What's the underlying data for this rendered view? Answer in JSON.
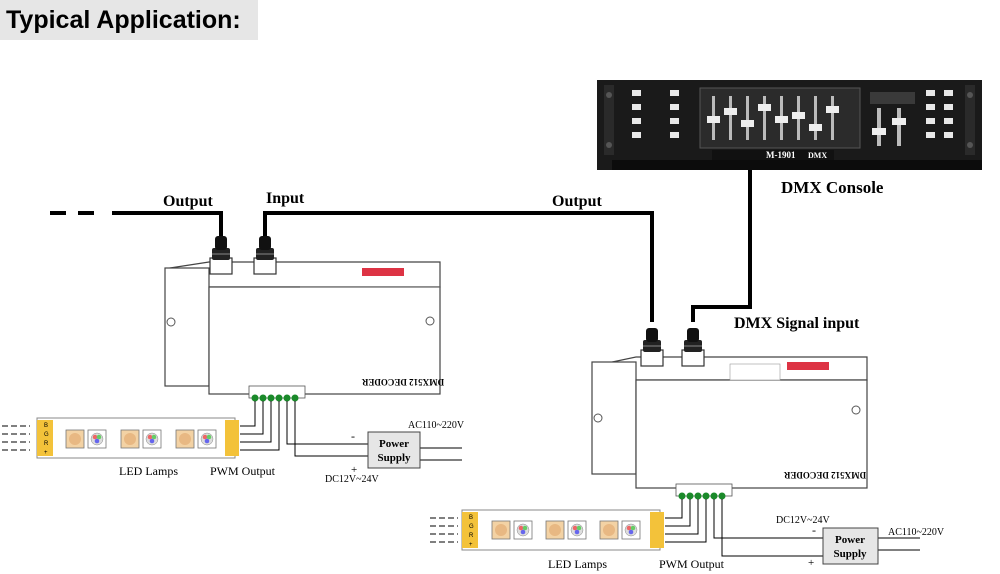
{
  "title": "Typical Application:",
  "labels": {
    "output_left": "Output",
    "input_left": "Input",
    "output_right": "Output",
    "dmx_console": "DMX Console",
    "dmx_signal_input": "DMX Signal input",
    "decoder_text": "DMX512 DECODER",
    "console_model": "M-1901",
    "console_dmx": "DMX",
    "led_lamps": "LED Lamps",
    "pwm_output": "PWM Output",
    "power_supply_line1": "Power",
    "power_supply_line2": "Supply",
    "ac_voltage": "AC110~220V",
    "dc_voltage": "DC12V~24V",
    "minus": "-",
    "plus": "+"
  },
  "pins": [
    "B",
    "G",
    "R",
    "+"
  ]
}
